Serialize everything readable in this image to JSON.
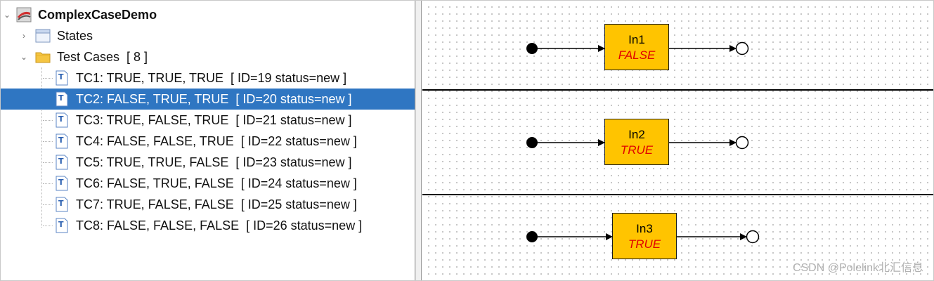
{
  "tree": {
    "root": {
      "label": "ComplexCaseDemo",
      "expanded": true
    },
    "states": {
      "label": "States",
      "expanded": false
    },
    "test_cases": {
      "label": "Test Cases  [ 8 ]",
      "expanded": true
    },
    "cases": [
      {
        "label": "TC1: TRUE, TRUE, TRUE  [ ID=19 status=new ]",
        "selected": false
      },
      {
        "label": "TC2: FALSE, TRUE, TRUE  [ ID=20 status=new ]",
        "selected": true
      },
      {
        "label": "TC3: TRUE, FALSE, TRUE  [ ID=21 status=new ]",
        "selected": false
      },
      {
        "label": "TC4: FALSE, FALSE, TRUE  [ ID=22 status=new ]",
        "selected": false
      },
      {
        "label": "TC5: TRUE, TRUE, FALSE  [ ID=23 status=new ]",
        "selected": false
      },
      {
        "label": "TC6: FALSE, TRUE, FALSE  [ ID=24 status=new ]",
        "selected": false
      },
      {
        "label": "TC7: TRUE, FALSE, FALSE  [ ID=25 status=new ]",
        "selected": false
      },
      {
        "label": "TC8: FALSE, FALSE, FALSE  [ ID=26 status=new ]",
        "selected": false
      }
    ]
  },
  "diagram": {
    "lanes": [
      {
        "name": "In1",
        "value": "FALSE"
      },
      {
        "name": "In2",
        "value": "TRUE"
      },
      {
        "name": "In3",
        "value": "TRUE"
      }
    ]
  },
  "watermark": "CSDN @Polelink北汇信息",
  "colors": {
    "selection": "#2f76c2",
    "block_fill": "#ffc400",
    "value_text": "#e00000"
  }
}
